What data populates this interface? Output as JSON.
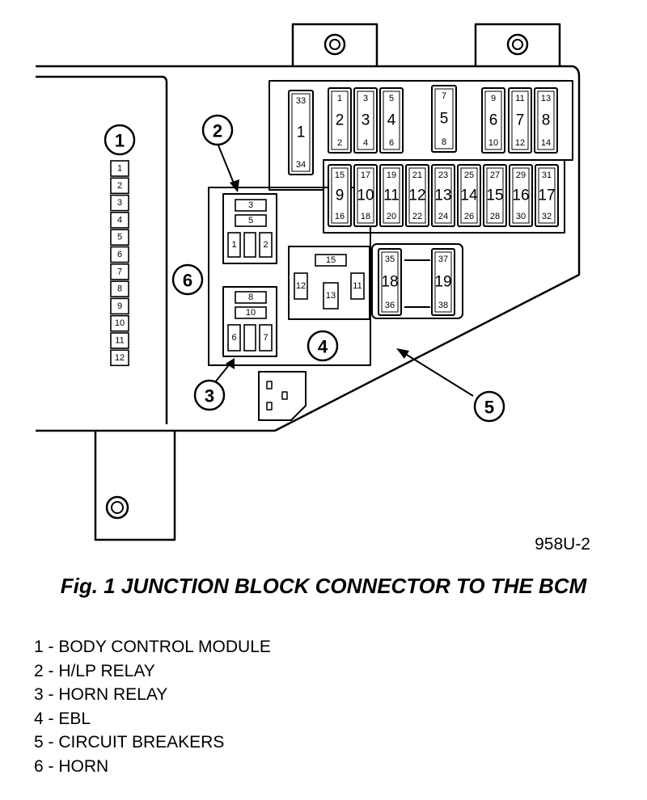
{
  "figure": {
    "code": "958U-2",
    "caption": "Fig. 1 JUNCTION BLOCK CONNECTOR TO THE BCM",
    "callouts": [
      "1",
      "2",
      "3",
      "4",
      "5",
      "6"
    ],
    "bcm_pins": [
      "1",
      "2",
      "3",
      "4",
      "5",
      "6",
      "7",
      "8",
      "9",
      "10",
      "11",
      "12"
    ],
    "fuses": [
      {
        "id": "1",
        "pins": [
          "33",
          "34"
        ]
      },
      {
        "id": "2",
        "pins": [
          "1",
          "2"
        ]
      },
      {
        "id": "3",
        "pins": [
          "3",
          "4"
        ]
      },
      {
        "id": "4",
        "pins": [
          "5",
          "6"
        ]
      },
      {
        "id": "5",
        "pins": [
          "7",
          "8"
        ]
      },
      {
        "id": "6",
        "pins": [
          "9",
          "10"
        ]
      },
      {
        "id": "7",
        "pins": [
          "11",
          "12"
        ]
      },
      {
        "id": "8",
        "pins": [
          "13",
          "14"
        ]
      },
      {
        "id": "9",
        "pins": [
          "15",
          "16"
        ]
      },
      {
        "id": "10",
        "pins": [
          "17",
          "18"
        ]
      },
      {
        "id": "11",
        "pins": [
          "19",
          "20"
        ]
      },
      {
        "id": "12",
        "pins": [
          "21",
          "22"
        ]
      },
      {
        "id": "13",
        "pins": [
          "23",
          "24"
        ]
      },
      {
        "id": "14",
        "pins": [
          "25",
          "26"
        ]
      },
      {
        "id": "15",
        "pins": [
          "27",
          "28"
        ]
      },
      {
        "id": "16",
        "pins": [
          "29",
          "30"
        ]
      },
      {
        "id": "17",
        "pins": [
          "31",
          "32"
        ]
      },
      {
        "id": "18",
        "pins": [
          "35",
          "36"
        ]
      },
      {
        "id": "19",
        "pins": [
          "37",
          "38"
        ]
      }
    ],
    "relays": {
      "hlp": [
        "3",
        "5",
        "1",
        "2"
      ],
      "horn": [
        "8",
        "10",
        "6",
        "7"
      ],
      "ebl": [
        "15",
        "12",
        "13",
        "11"
      ]
    }
  },
  "legend": [
    "1 - BODY CONTROL MODULE",
    "2 - H/LP RELAY",
    "3 - HORN RELAY",
    "4 - EBL",
    "5 - CIRCUIT BREAKERS",
    "6 - HORN"
  ]
}
